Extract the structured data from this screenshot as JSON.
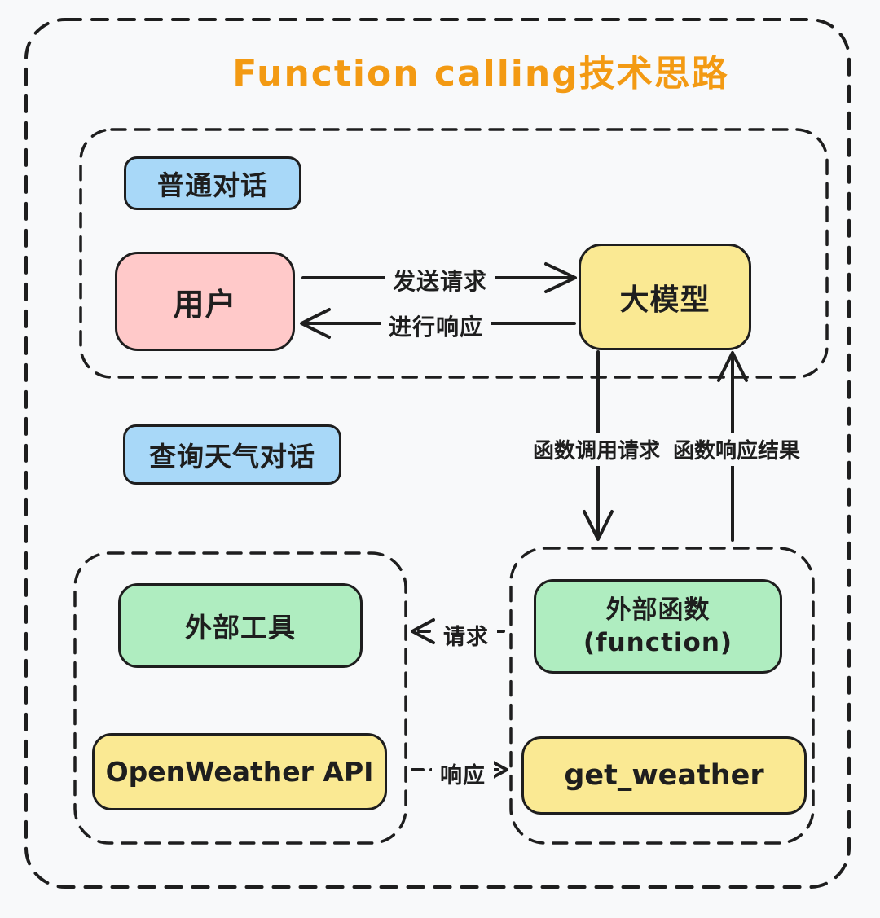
{
  "title": "Function calling技术思路",
  "colors": {
    "background": "#F8F9FA",
    "ink": "#1E1E1E",
    "title_orange": "#F39A13",
    "tag_blue": "#A8D8F8",
    "user_pink": "#FFC9C9",
    "model_yellow": "#FAE993",
    "tool_green": "#AFEDC0"
  },
  "top_section": {
    "tag": "普通对话",
    "nodes": {
      "user": "用户",
      "model": "大模型"
    },
    "arrows": {
      "send_request": "发送请求",
      "respond": "进行响应"
    }
  },
  "middle": {
    "tag": "查询天气对话",
    "function_call_label": "函数调用请求",
    "function_result_label": "函数响应结果"
  },
  "bottom_left": {
    "tool": "外部工具",
    "api": "OpenWeather API"
  },
  "bottom_right": {
    "function_line1": "外部函数",
    "function_line2": "(function)",
    "get_weather": "get_weather"
  },
  "link_labels": {
    "request": "请求",
    "response": "响应"
  }
}
